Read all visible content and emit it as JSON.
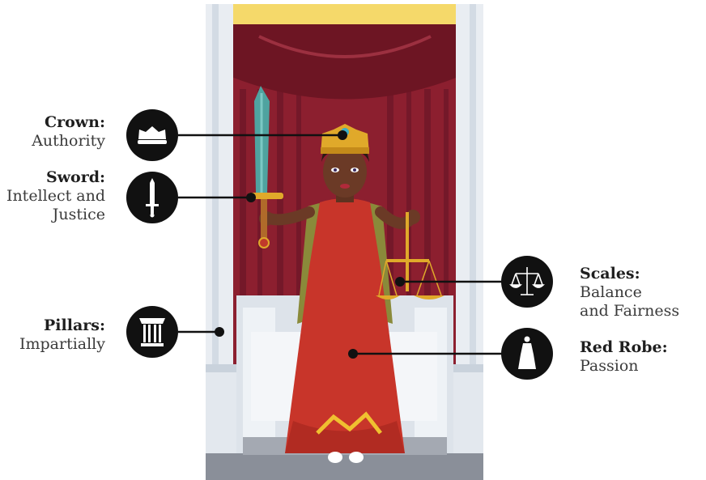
{
  "annotations": {
    "crown": {
      "title": "Crown:",
      "lines": [
        "Authority"
      ],
      "icon": "crown-icon"
    },
    "sword": {
      "title": "Sword:",
      "lines": [
        "Intellect and",
        "Justice"
      ],
      "icon": "sword-icon"
    },
    "pillars": {
      "title": "Pillars:",
      "lines": [
        "Impartially"
      ],
      "icon": "pillar-icon"
    },
    "scales": {
      "title": "Scales:",
      "first_line_rest": " Balance",
      "lines": [
        "and Fairness"
      ],
      "icon": "scales-icon"
    },
    "robe": {
      "title": "Red Robe:",
      "lines": [
        "Passion"
      ],
      "icon": "robe-icon"
    }
  },
  "colors": {
    "curtain": "#8c1f2f",
    "curtain_dark": "#6d1523",
    "robe": "#c8352a",
    "cape": "#8a8a3a",
    "gold": "#e0a92a",
    "skin": "#6b3a26",
    "sword": "#4fa3a0",
    "pillar": "#e9edf2",
    "marker": "#111111"
  }
}
